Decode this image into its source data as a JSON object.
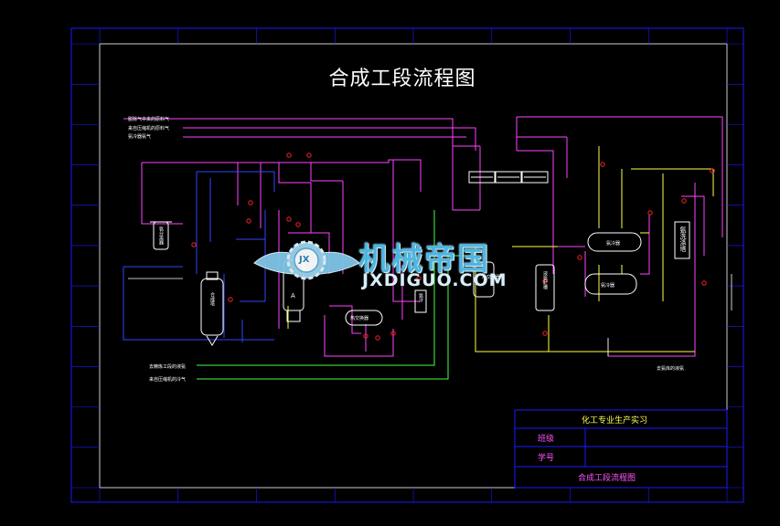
{
  "drawing": {
    "title": "合成工段流程图",
    "colors": {
      "background": "#000000",
      "frame": "#1a1aff",
      "magenta": "#ff44ff",
      "yellow": "#ffff44",
      "green": "#44ff44",
      "blue": "#3344ff",
      "white": "#ffffff",
      "red": "#ff2222"
    }
  },
  "inlet_labels": [
    "脱除气中来的原料气",
    "来自压缩机的原料气",
    "氨冷器氨气"
  ],
  "outlet_labels": [
    "去精炼工段的液氨",
    "来自压缩机的冷气"
  ],
  "right_note": "去氨库的液氨",
  "equipment_labels": {
    "separator": "氨分离器",
    "synthesis_tower": "合成塔",
    "cold_exchanger": "冷交换器",
    "heater": "热交换器",
    "ammonia_tank": "液氨贮槽",
    "receiver_1": "氨冷器",
    "receiver_2": "氨冷器",
    "scrubber": "氨洗涤塔",
    "unit_a": "A",
    "unit_b": "氨冷"
  },
  "watermark": {
    "logo_text": "JX",
    "main": "机械帝国",
    "sub": "JXDIGUO.COM"
  },
  "title_block": {
    "header": "化工专业生产实习",
    "row1_label": "班级",
    "row2_label": "学号",
    "footer": "合成工段流程图"
  }
}
